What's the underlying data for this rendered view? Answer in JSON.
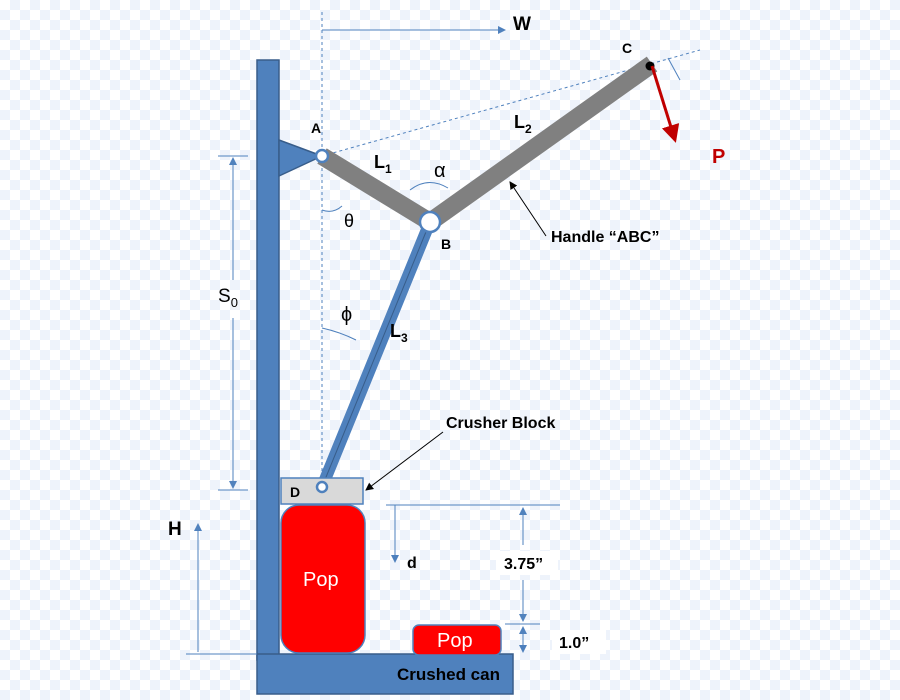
{
  "labels": {
    "w": "W",
    "c": "C",
    "a": "A",
    "b": "B",
    "d": "D",
    "p": "P",
    "alpha": "α",
    "theta": "θ",
    "phi": "ϕ",
    "l1": "L",
    "l1_sub": "1",
    "l2": "L",
    "l2_sub": "2",
    "l3": "L",
    "l3_sub": "3",
    "s0": "S",
    "s0_sub": "0",
    "h": "H",
    "d_small": "d",
    "handle": "Handle “ABC”",
    "crusher_block": "Crusher Block",
    "pop_full": "Pop",
    "pop_crushed": "Pop",
    "crushed_can": "Crushed can",
    "dim_375": "3.75”",
    "dim_10": "1.0”"
  },
  "colors": {
    "frame_blue": "#4f81bd",
    "frame_outline": "#385d8a",
    "handle_gray": "#808080",
    "pop_red": "#ff0000",
    "force_red": "#c00000",
    "block_gray": "#d9d9d9"
  }
}
